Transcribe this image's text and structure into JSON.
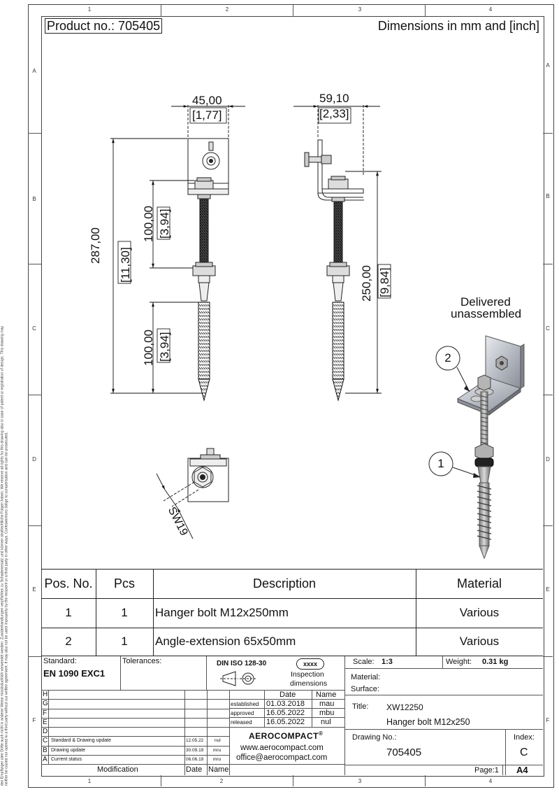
{
  "header": {
    "product_no": "Product no.: 705405",
    "units": "Dimensions in mm and [inch]"
  },
  "zones": {
    "cols": [
      "1",
      "2",
      "3",
      "4"
    ],
    "rows": [
      "A",
      "B",
      "C",
      "D",
      "E",
      "F"
    ]
  },
  "side_note": "Für diese Zeichnung behalten wir uns alle Rechte vor, auch für den Fall der Patenterteilung oder Gebrauchsmustereintragung. Ohne unsere vorherige, schriftliche Zustimmung darf diese Zeichnung weder vervielfältigt, noch Dritten zugänglich gemacht werden. Diese Zeichnung darf durch den Empfänger oder Dritte auch nicht in anderer Weise missbräuchlich verwendet werden. Zuwiderhandlungen verpflichten zu Schadenersatz und können strafrechtliche Folgen haben. We reserve all rights for this drawing also in case of patent or registration of design. This drawing may neither be copied nor opened to a third party without our written agreement. It may also not be used improperly by the recipient or a third party in other ways. Contraventions oblige to compensation and can be prosecuted.",
  "dimensions": {
    "front_width": "45,00",
    "front_width_in": "[1,77]",
    "side_width": "59,10",
    "side_width_in": "[2,33]",
    "total_length": "287,00",
    "total_length_in": "[11,30]",
    "upper_thread": "100,00",
    "upper_thread_in": "[3,94]",
    "lower_thread": "100,00",
    "lower_thread_in": "[3,94]",
    "bolt_length": "250,00",
    "bolt_length_in": "[9,84]",
    "wrench": "SW19"
  },
  "iso_view": {
    "note_line1": "Delivered",
    "note_line2": "unassembled",
    "balloon_1": "1",
    "balloon_2": "2"
  },
  "bom": {
    "headers": {
      "pos": "Pos. No.",
      "pcs": "Pcs",
      "desc": "Description",
      "mat": "Material"
    },
    "rows": [
      {
        "pos": "1",
        "pcs": "1",
        "desc": "Hanger bolt M12x250mm",
        "mat": "Various"
      },
      {
        "pos": "2",
        "pcs": "1",
        "desc": "Angle-extension 65x50mm",
        "mat": "Various"
      }
    ]
  },
  "title_block": {
    "standard_label": "Standard:",
    "standard_value": "EN 1090 EXC1",
    "tolerances_label": "Tolerances:",
    "din": "DIN ISO 128-30",
    "inspection_badge": "xxxx",
    "inspection_line1": "Inspection",
    "inspection_line2": "dimensions",
    "scale_label": "Scale:",
    "scale_value": "1:3",
    "weight_label": "Weight:",
    "weight_value": "0.31 kg",
    "material_label": "Material:",
    "surface_label": "Surface:",
    "date_header": "Date",
    "name_header": "Name",
    "established_label": "established",
    "established_date": "01.03.2018",
    "established_name": "mau",
    "approved_label": "approved",
    "approved_date": "16.05.2022",
    "approved_name": "mbu",
    "released_label": "released",
    "released_date": "16.05.2022",
    "released_name": "nul",
    "title_label": "Title:",
    "title_code": "XW12250",
    "title_text": "Hanger bolt M12x250",
    "company": "AEROCOMPACT",
    "registered": "®",
    "website": "www.aerocompact.com",
    "email": "office@aerocompact.com",
    "drawing_no_label": "Drawing No.:",
    "drawing_no": "705405",
    "index_label": "Index:",
    "index_value": "C",
    "page_label": "Page:1",
    "format": "A4",
    "revision_letters": [
      "H",
      "G",
      "F",
      "E",
      "D",
      "C",
      "B",
      "A"
    ],
    "revisions": [
      {
        "letter": "C",
        "text": "Standard & Drawing update",
        "date": "12.05.22",
        "name": "nul"
      },
      {
        "letter": "B",
        "text": "Drawing update",
        "date": "30.09.19",
        "name": "mru"
      },
      {
        "letter": "A",
        "text": "Current status",
        "date": "06.06.19",
        "name": "mru"
      }
    ],
    "modification_label": "Modification",
    "rev_date_label": "Date",
    "rev_name_label": "Name"
  }
}
